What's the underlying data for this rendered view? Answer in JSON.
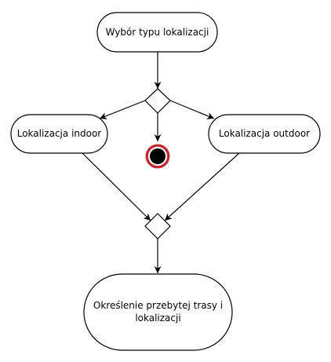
{
  "nodes": {
    "start_action": "Wybór typu lokalizacji",
    "indoor_action": "Lokalizacja indoor",
    "outdoor_action": "Lokalizacja outdoor",
    "final_action_line1": "Określenie przebytej trasy i",
    "final_action_line2": "lokalizacji"
  },
  "colors": {
    "stroke": "#000000",
    "fill": "#ffffff",
    "end_ring": "#c0272d",
    "end_core": "#000000"
  }
}
